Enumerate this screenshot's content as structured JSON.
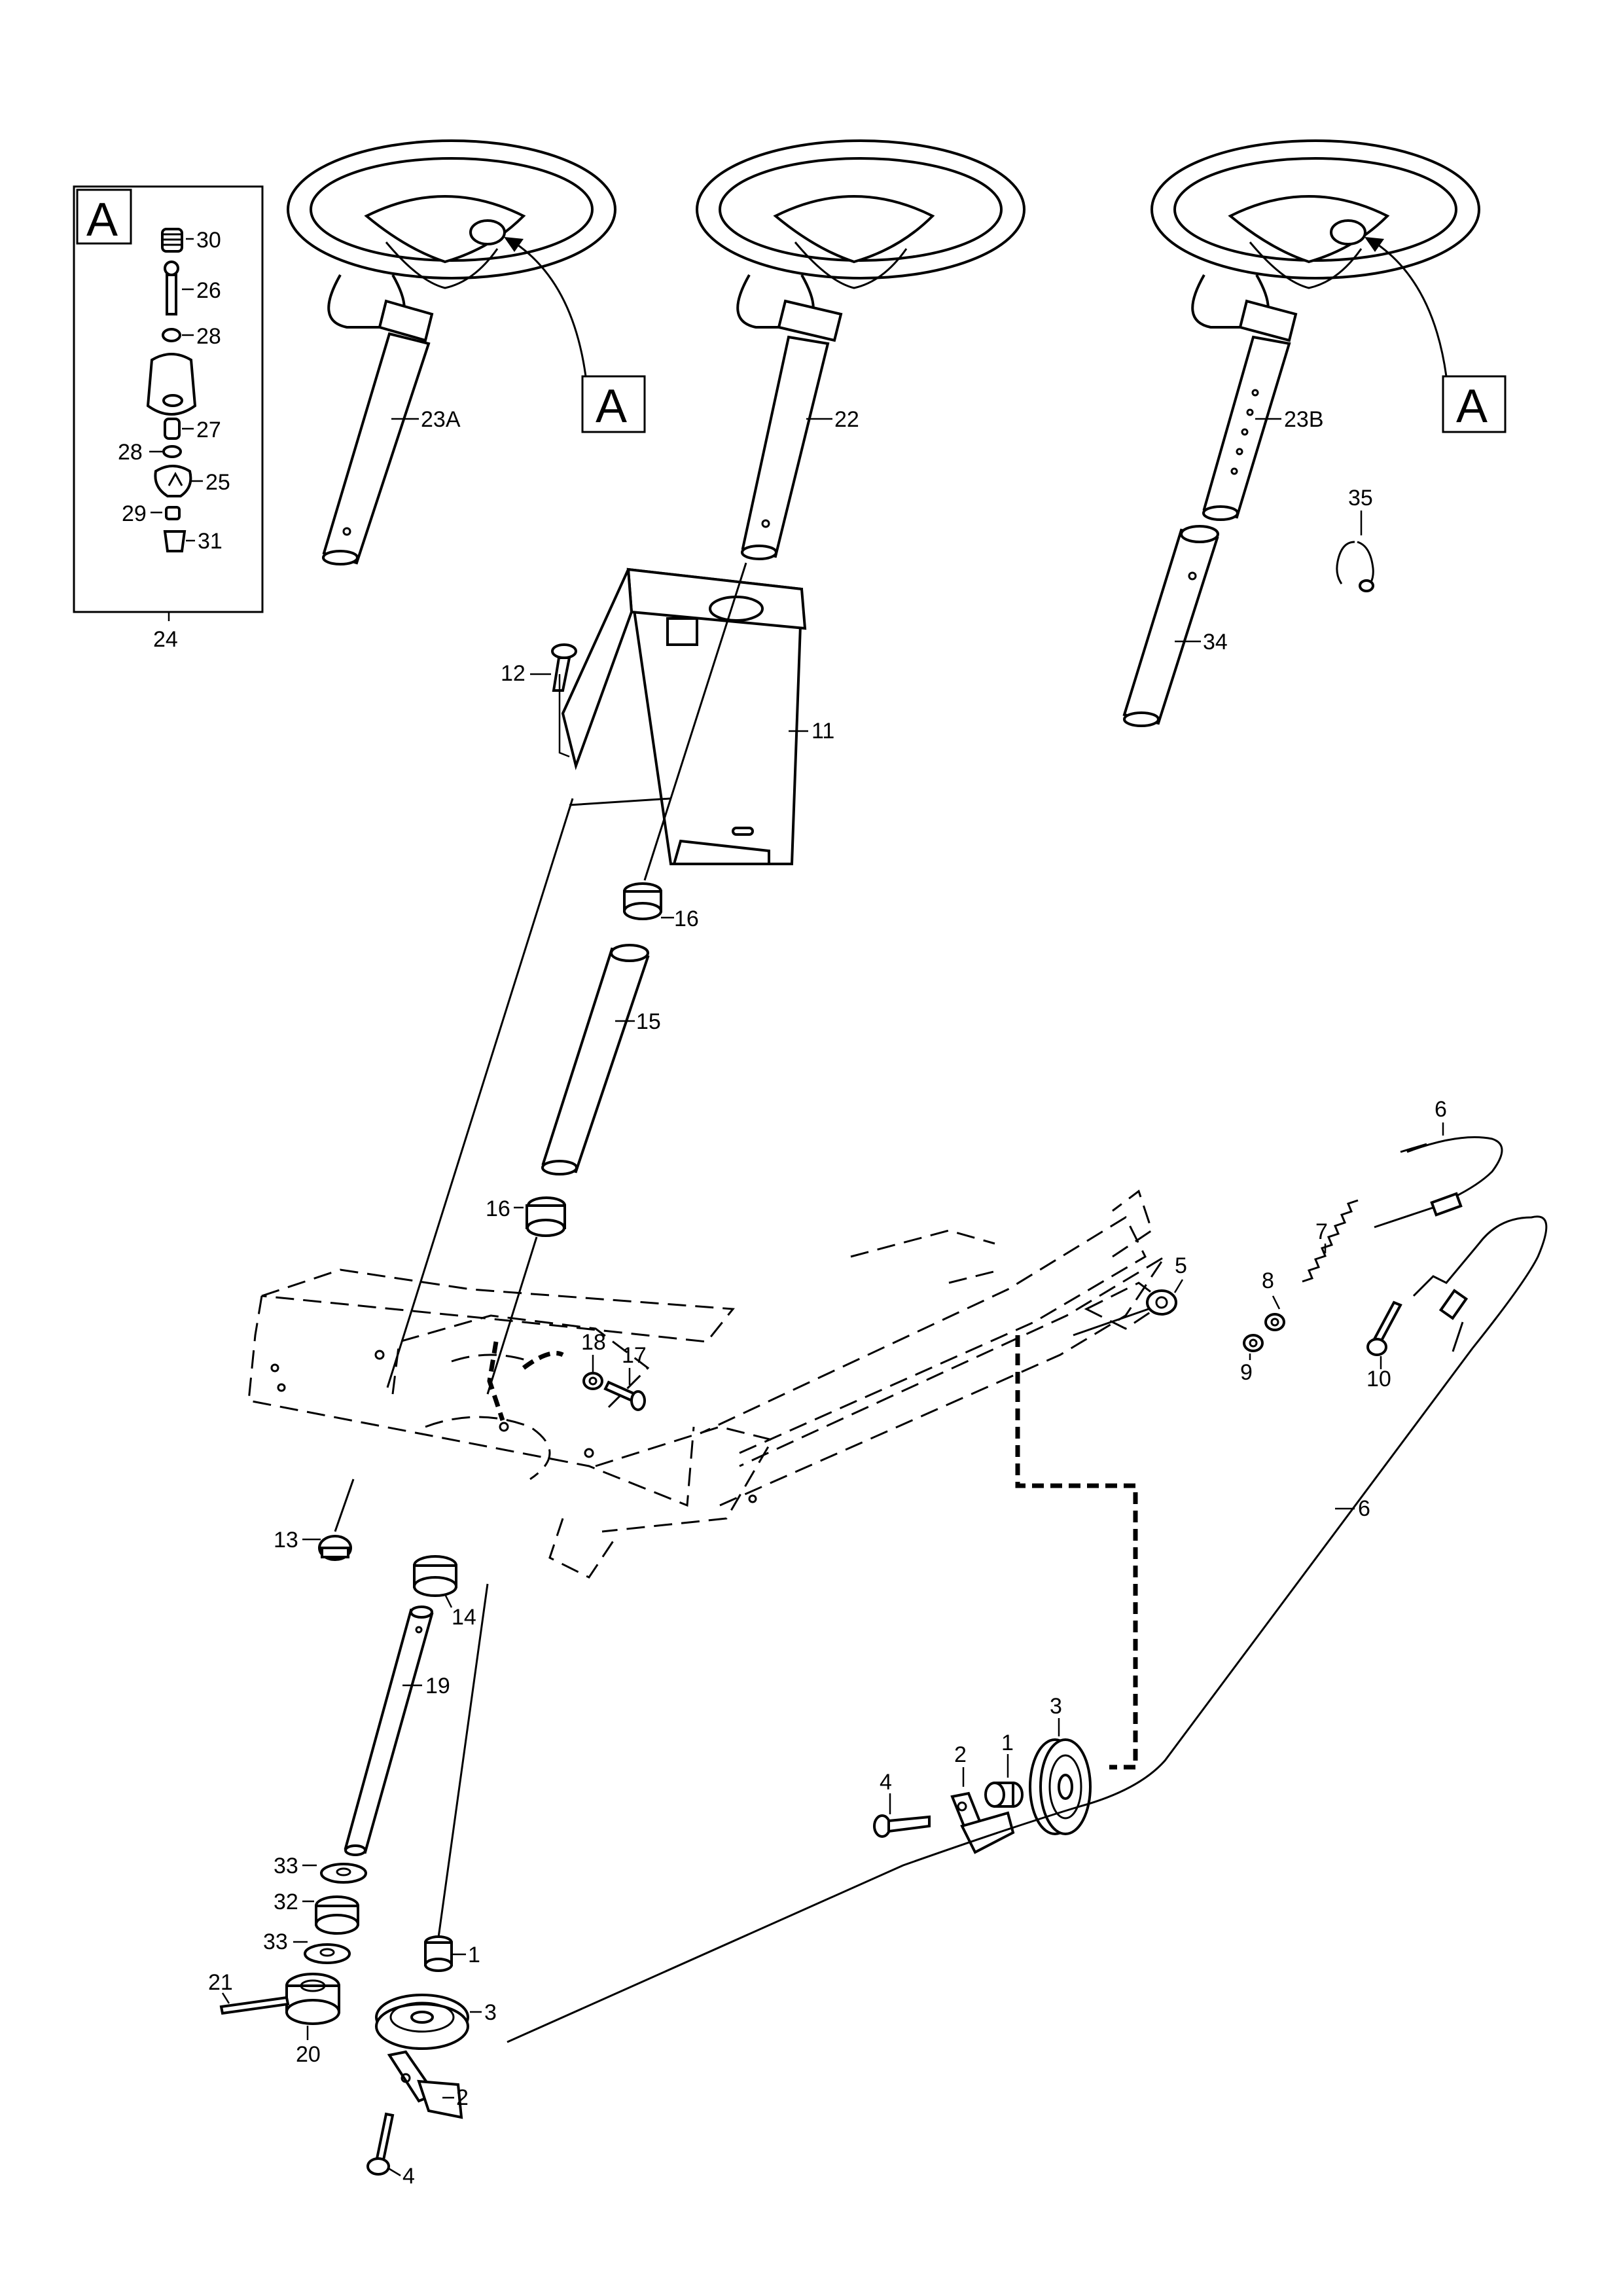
{
  "callouts": {
    "detail_a": "A",
    "p1": "1",
    "p2": "2",
    "p3": "3",
    "p4": "4",
    "p5": "5",
    "p6": "6",
    "p7": "7",
    "p8": "8",
    "p9": "9",
    "p10": "10",
    "p11": "11",
    "p12": "12",
    "p13": "13",
    "p14": "14",
    "p15": "15",
    "p16": "16",
    "p17": "17",
    "p18": "18",
    "p19": "19",
    "p20": "20",
    "p21": "21",
    "p22": "22",
    "p23a": "23A",
    "p23b": "23B",
    "p24": "24",
    "p25": "25",
    "p26": "26",
    "p27": "27",
    "p28": "28",
    "p29": "29",
    "p30": "30",
    "p31": "31",
    "p32": "32",
    "p33": "33",
    "p34": "34",
    "p35": "35"
  }
}
